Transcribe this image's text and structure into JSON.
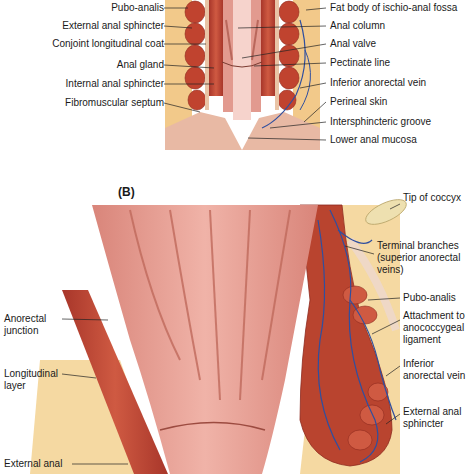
{
  "diagram": {
    "labels": [
      "Pubo-analis",
      "External anal sphincter",
      "Conjoint longitudinal coat",
      "Anal gland",
      "Internal anal sphincter",
      "Fibromuscular septum",
      "Fat body of ischio-anal fossa",
      "Anal column",
      "Anal valve",
      "Pectinate line",
      "Inferior anorectal vein",
      "Perineal skin",
      "Intersphincteric groove",
      "Lower anal mucosa",
      "(B)",
      "Tip of coccyx",
      "Terminal branches (superior anorectal veins)",
      "Pubo-analis",
      "Attachment to anococcygeal ligament",
      "Inferior anorectal vein",
      "External anal sphincter",
      "Anorectal junction",
      "Longitudinal layer",
      "External anal"
    ]
  }
}
